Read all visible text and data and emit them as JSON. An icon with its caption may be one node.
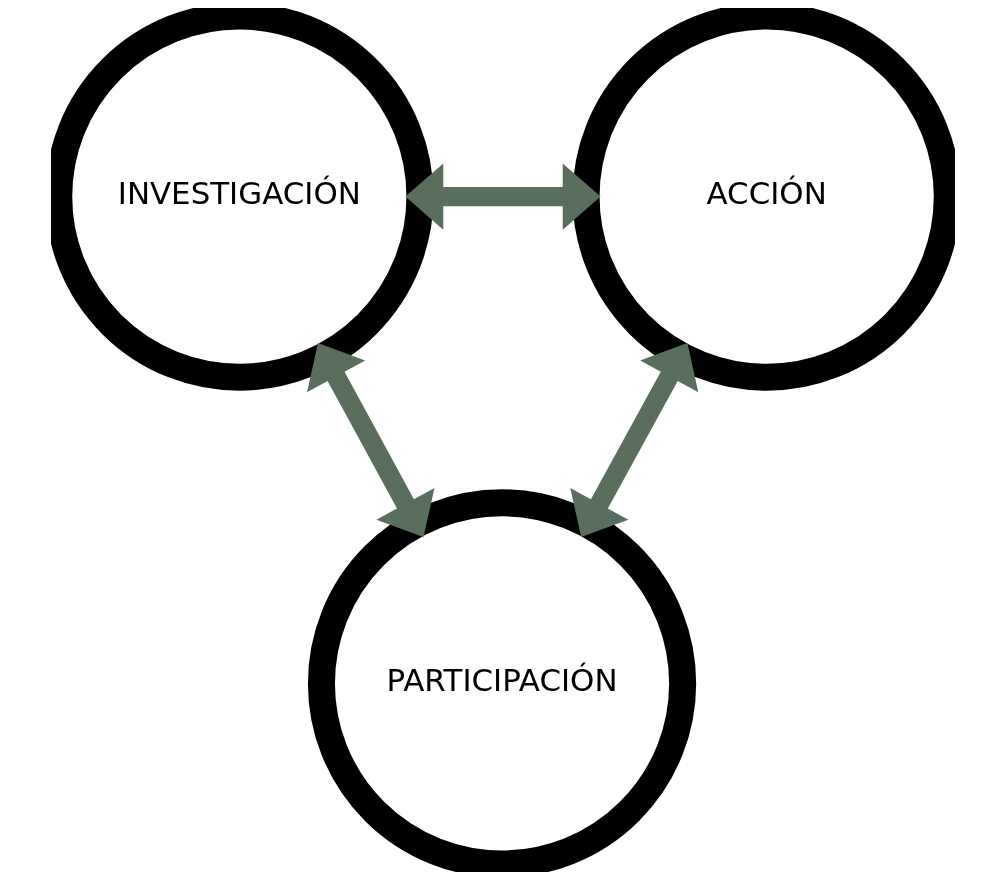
{
  "diagram": {
    "nodes": [
      {
        "text": [
          "INVESTIGACIÓN"
        ]
      },
      {
        "text": [
          "ACCIÓN"
        ]
      },
      {
        "text": [
          "PARTICIPACIÓN"
        ]
      }
    ],
    "edges": [
      {
        "from": 0,
        "to": 1,
        "arrow": "both"
      },
      {
        "from": 0,
        "to": 2,
        "arrow": "both"
      },
      {
        "from": 1,
        "to": 2,
        "arrow": "both"
      }
    ]
  }
}
